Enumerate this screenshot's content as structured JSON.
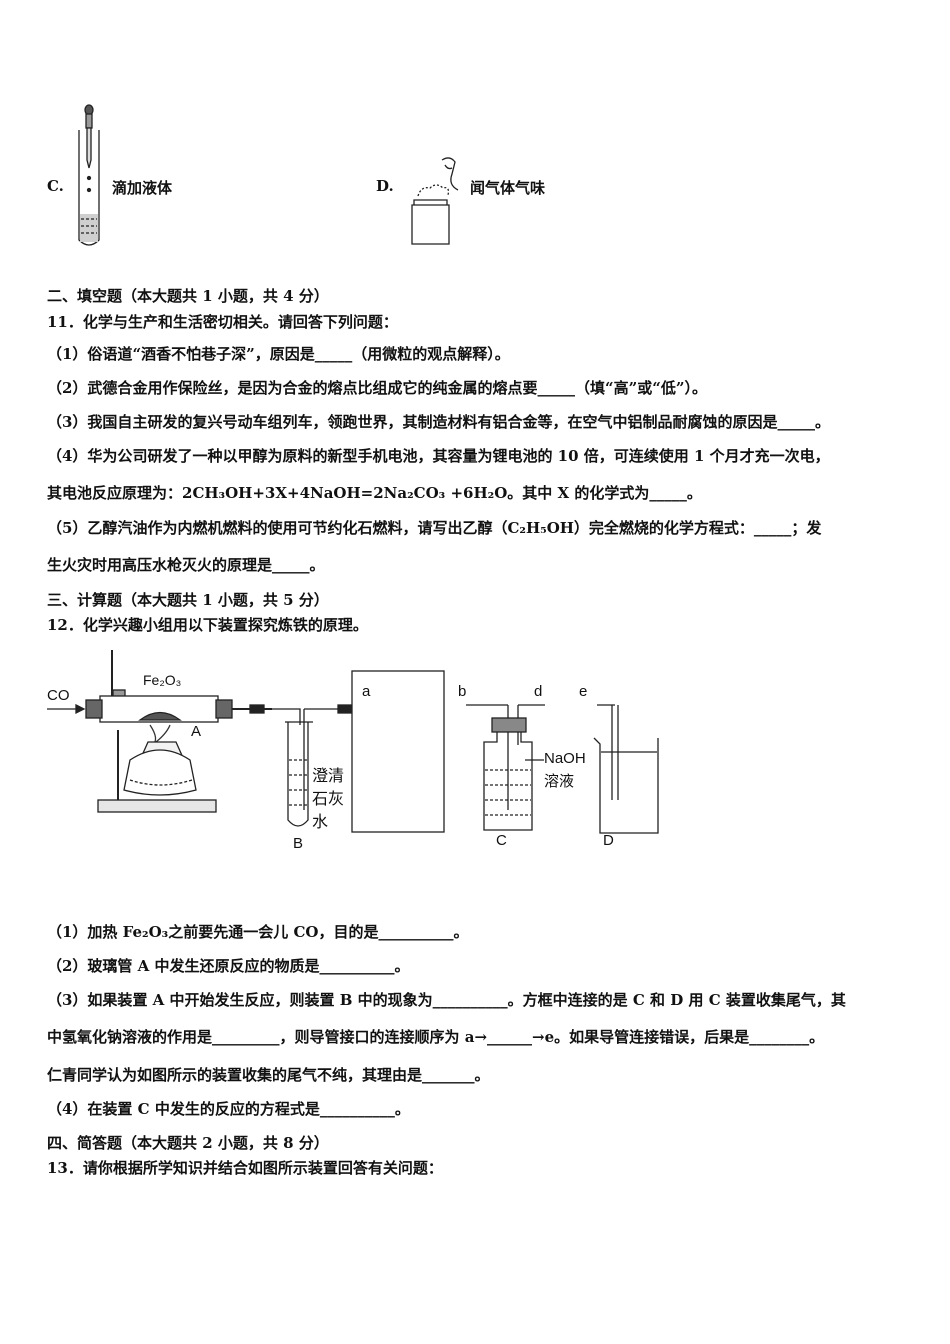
{
  "options": {
    "c_letter": "C.",
    "c_text": "滴加液体",
    "d_letter": "D.",
    "d_text": "闻气体气味"
  },
  "section2": {
    "heading": "二、填空题（本大题共 1 小题，共 4 分）",
    "q11": "11．化学与生产和生活密切相关。请回答下列问题：",
    "p1": "（1）俗语道“酒香不怕巷子深”，原因是_____（用微粒的观点解释）。",
    "p2": "（2）武德合金用作保险丝，是因为合金的熔点比组成它的纯金属的熔点要_____（填“高”或“低”）。",
    "p3": "（3）我国自主研发的复兴号动车组列车，领跑世界，其制造材料有铝合金等，在空气中铝制品耐腐蚀的原因是_____。",
    "p4a": "（4）华为公司研发了一种以甲醇为原料的新型手机电池，其容量为锂电池的 10 倍，可连续使用 1 个月才充一次电，",
    "p4b": "其电池反应原理为：2CH₃OH+3X+4NaOH=2Na₂CO₃ +6H₂O。其中 X 的化学式为_____。",
    "p5a": "（5）乙醇汽油作为内燃机燃料的使用可节约化石燃料，请写出乙醇（C₂H₅OH）完全燃烧的化学方程式：_____；发",
    "p5b": "生火灾时用高压水枪灭火的原理是_____。"
  },
  "section3": {
    "heading": "三、计算题（本大题共 1 小题，共 5 分）",
    "q12": "12．化学兴趣小组用以下装置探究炼铁的原理。",
    "p1": "（1）加热 Fe₂O₃之前要先通一会儿 CO，目的是__________。",
    "p2": "（2）玻璃管 A 中发生还原反应的物质是__________。",
    "p3a": "（3）如果装置 A 中开始发生反应，则装置 B 中的现象为__________。方框中连接的是 C 和 D 用 C 装置收集尾气，其",
    "p3b": "中氢氧化钠溶液的作用是_________，则导管接口的连接顺序为 a→______→e。如果导管连接错误，后果是________。",
    "p3c": "仁青同学认为如图所示的装置收集的尾气不纯，其理由是_______。",
    "p4": "（4）在装置 C 中发生的反应的方程式是__________。"
  },
  "section4": {
    "heading": "四、简答题（本大题共 2 小题，共 8 分）",
    "q13": "13．请你根据所学知识并结合如图所示装置回答有关问题："
  },
  "figure": {
    "co": "CO",
    "fe2o3": "Fe₂O₃",
    "label_A": "A",
    "limewater": [
      "澄清",
      "石灰",
      "水"
    ],
    "label_B": "B",
    "port_a": "a",
    "port_b": "b",
    "port_d": "d",
    "port_e": "e",
    "naoh": [
      "NaOH",
      "溶液"
    ],
    "label_C": "C",
    "label_D": "D"
  }
}
